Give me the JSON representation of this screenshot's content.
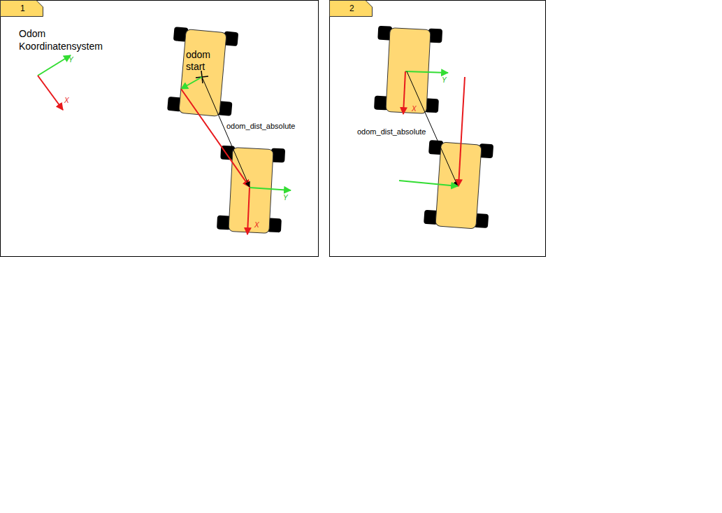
{
  "diagram": {
    "nodes": [
      {
        "text": [
          "1"
        ]
      },
      {
        "text": [
          "2"
        ]
      }
    ],
    "labels": [
      "Odom Koordinatensystem",
      "Y",
      "X",
      "odom start",
      "odom_dist_absolute",
      "Y",
      "X",
      "Y",
      "X",
      "odom_dist_absolute"
    ]
  }
}
